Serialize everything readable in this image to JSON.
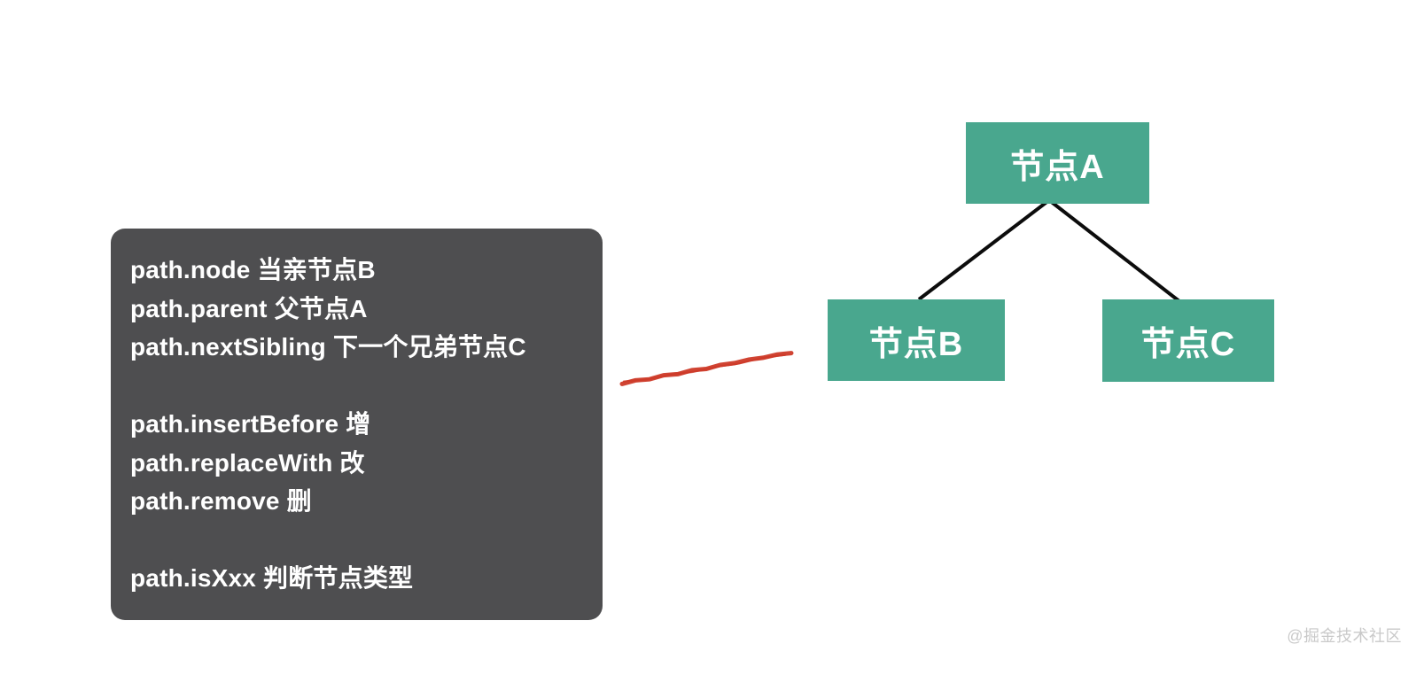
{
  "panel": {
    "bg": "#4E4E50",
    "text_color": "#FFFFFF",
    "lines": [
      "path.node 当亲节点B",
      "path.parent 父节点A",
      "path.nextSibling 下一个兄弟节点C",
      "",
      "path.insertBefore 增",
      "path.replaceWith 改",
      "path.remove 删",
      "",
      "path.isXxx 判断节点类型"
    ]
  },
  "tree": {
    "node_bg": "#49A78E",
    "node_text_color": "#FFFFFF",
    "edge_color": "#0C0C0C",
    "nodes": [
      {
        "id": "A",
        "label": "节点A"
      },
      {
        "id": "B",
        "label": "节点B"
      },
      {
        "id": "C",
        "label": "节点C"
      }
    ]
  },
  "annotation": {
    "arrow_color": "#CD3A28"
  },
  "watermark": {
    "text": "@掘金技术社区",
    "color": "#C9C9C9"
  }
}
